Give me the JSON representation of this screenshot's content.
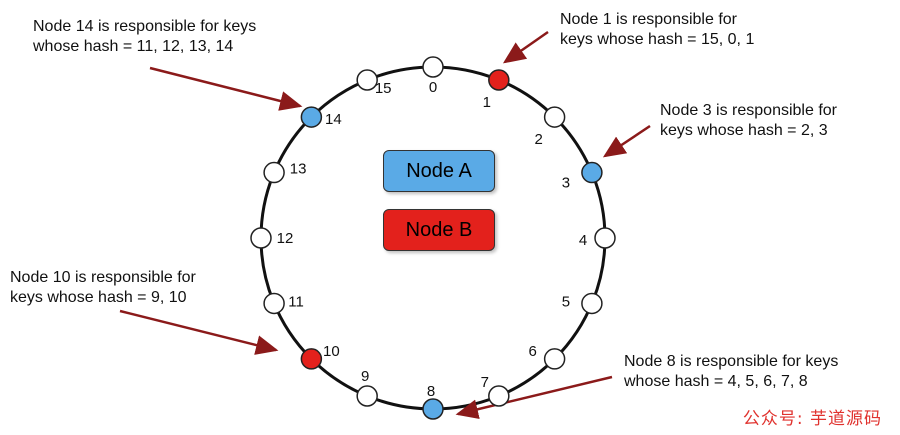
{
  "legend": {
    "node_a": {
      "label": "Node A",
      "color": "#5aaae6"
    },
    "node_b": {
      "label": "Node B",
      "color": "#e3211c"
    }
  },
  "ring": {
    "stroke_color": "#111111",
    "empty_color": "#ffffff",
    "arrow_color": "#8b1a1a",
    "positions": [
      {
        "label": "0",
        "owner": "none"
      },
      {
        "label": "1",
        "owner": "B"
      },
      {
        "label": "2",
        "owner": "none"
      },
      {
        "label": "3",
        "owner": "A"
      },
      {
        "label": "4",
        "owner": "none"
      },
      {
        "label": "5",
        "owner": "none"
      },
      {
        "label": "6",
        "owner": "none"
      },
      {
        "label": "7",
        "owner": "none"
      },
      {
        "label": "8",
        "owner": "A"
      },
      {
        "label": "9",
        "owner": "none"
      },
      {
        "label": "10",
        "owner": "B"
      },
      {
        "label": "11",
        "owner": "none"
      },
      {
        "label": "12",
        "owner": "none"
      },
      {
        "label": "13",
        "owner": "none"
      },
      {
        "label": "14",
        "owner": "A"
      },
      {
        "label": "15",
        "owner": "none"
      }
    ]
  },
  "captions": {
    "node14": {
      "line1": "Node 14 is responsible for keys",
      "line2": "whose hash = 11, 12, 13, 14"
    },
    "node1": {
      "line1": "Node 1 is responsible for",
      "line2": "keys whose hash = 15, 0, 1"
    },
    "node3": {
      "line1": "Node 3 is responsible for",
      "line2": "keys whose hash = 2, 3"
    },
    "node10": {
      "line1": "Node 10 is responsible for",
      "line2": "keys whose hash = 9, 10"
    },
    "node8": {
      "line1": "Node 8 is responsible for keys",
      "line2": "whose hash = 4, 5, 6, 7, 8"
    }
  },
  "watermark": "公众号:  芋道源码"
}
